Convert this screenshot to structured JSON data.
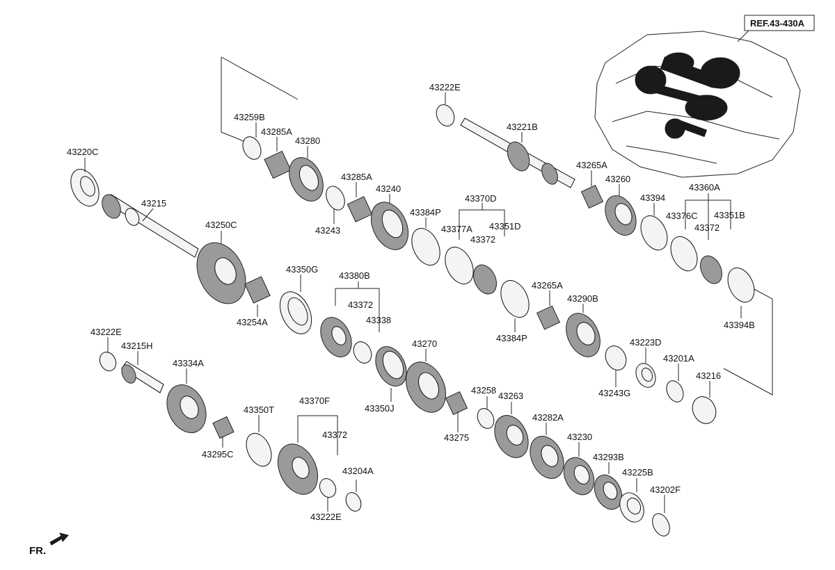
{
  "diagram": {
    "reference_label": "REF.43-430A",
    "front_label": "FR.",
    "part_labels": [
      "43220C",
      "43215",
      "43259B",
      "43285A",
      "43280",
      "43285A",
      "43240",
      "43243",
      "43250C",
      "43254A",
      "43350G",
      "43380B",
      "43372",
      "43338",
      "43222E",
      "43215H",
      "43334A",
      "43295C",
      "43350T",
      "43370F",
      "43372",
      "43204A",
      "43222E",
      "43270",
      "43350J",
      "43275",
      "43258",
      "43263",
      "43282A",
      "43230",
      "43293B",
      "43225B",
      "43202F",
      "43222E",
      "43221B",
      "43265A",
      "43260",
      "43394",
      "43360A",
      "43376C",
      "43372",
      "43351B",
      "43394B",
      "43370D",
      "43377A",
      "43372",
      "43351D",
      "43384P",
      "43384P",
      "43265A",
      "43290B",
      "43243G",
      "43223D",
      "43201A",
      "43216"
    ]
  }
}
